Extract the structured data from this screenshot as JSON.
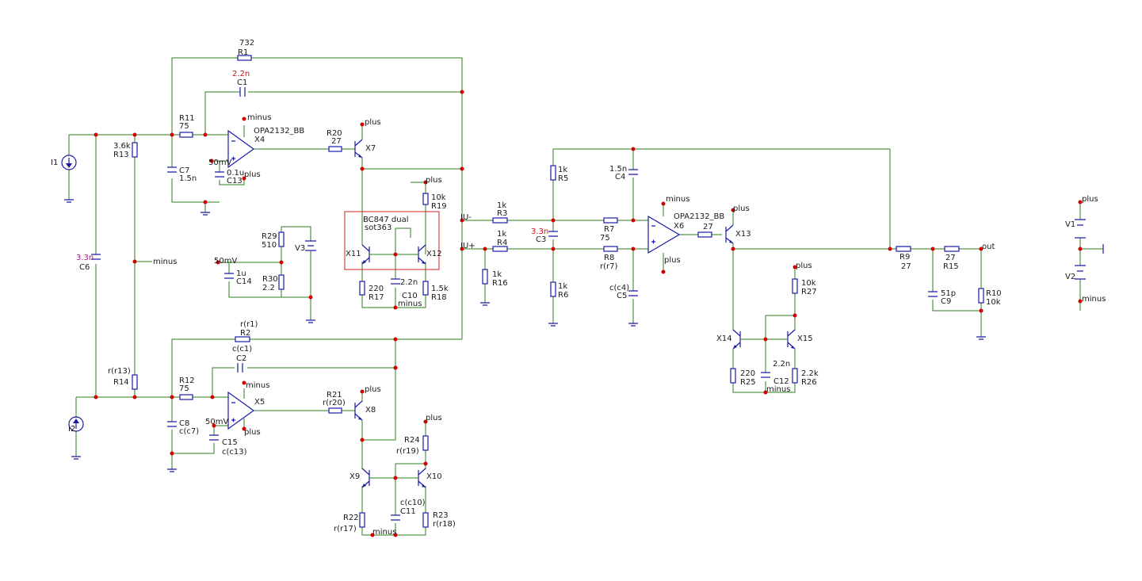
{
  "labels": {
    "r1_val": "732",
    "r1": "R1",
    "c1_val": "2.2n",
    "c1": "C1",
    "r11": "R11",
    "r11_val": "75",
    "x4_minus": "minus",
    "x4_model": "OPA2132_BB",
    "x4": "X4",
    "x4_plus": "plus",
    "r20": "R20",
    "r20_val": "27",
    "x7": "X7",
    "x7_plus": "plus",
    "r13_val": "3.6k",
    "r13": "R13",
    "c7": "C7",
    "c7_val": "1.5n",
    "mv50_a": "50mV",
    "c13_val": "0.1u",
    "c13": "C13",
    "i1": "I1",
    "c6_val": "3.3n",
    "c6": "C6",
    "minus_mid": "minus",
    "r29": "R29",
    "r29_val": "510",
    "v3": "V3",
    "mv50_b": "50mV",
    "c14_val": "1u",
    "c14": "C14",
    "r30": "R30",
    "r30_val": "2.2",
    "bc847": "BC847 dual",
    "sot363": "sot363",
    "x11": "X11",
    "x12": "X12",
    "r19_plus": "plus",
    "r19_val": "10k",
    "r19": "R19",
    "r17_val": "220",
    "r17": "R17",
    "c10_val": "2.2n",
    "c10": "C10",
    "c10_minus": "minus",
    "r18_val": "1.5k",
    "r18": "R18",
    "iu_minus": "IU-",
    "iu_plus": "IU+",
    "r3_val": "1k",
    "r3": "R3",
    "r4_val": "1k",
    "r4": "R4",
    "c3_val": "3.3n",
    "c3": "C3",
    "r16_val": "1k",
    "r16": "R16",
    "r5_val": "1k",
    "r5": "R5",
    "r6_val": "1k",
    "r6": "R6",
    "c4_val": "1.5n",
    "c4": "C4",
    "r7": "R7",
    "r7_val": "75",
    "r8": "R8",
    "r8_val": "r(r7)",
    "c5_val": "c(c4)",
    "c5": "C5",
    "x6_minus": "minus",
    "x6_model": "OPA2132_BB",
    "x6": "X6",
    "x6_plus": "plus",
    "r22_val": "27",
    "x13_plus": "plus",
    "x13": "X13",
    "r9": "R9",
    "r9_val": "27",
    "r15_val": "27",
    "r15": "R15",
    "out": "out",
    "c9_val": "51p",
    "c9": "C9",
    "r10": "R10",
    "r10_val": "10k",
    "r27_plus": "plus",
    "r27_val": "10k",
    "r27": "R27",
    "x14": "X14",
    "x15": "X15",
    "r25_val": "220",
    "r25": "R25",
    "c12_val": "2.2n",
    "c12": "C12",
    "c12_minus": "minus",
    "r26_val": "2.2k",
    "r26": "R26",
    "v1_plus": "plus",
    "v1": "V1",
    "v2": "V2",
    "v2_minus": "minus",
    "r2_val": "r(r1)",
    "r2": "R2",
    "c2_val": "c(c1)",
    "c2": "C2",
    "r14_val": "r(r13)",
    "r14": "R14",
    "r12": "R12",
    "r12_val": "75",
    "x5_minus": "minus",
    "x5": "X5",
    "x5_plus": "plus",
    "r21": "R21",
    "r21_val": "r(r20)",
    "x8_plus": "plus",
    "x8": "X8",
    "c8": "C8",
    "c8_val": "c(c7)",
    "mv50_c": "50mV",
    "c15": "C15",
    "c15_val": "c(c13)",
    "i2": "I2",
    "r24_plus": "plus",
    "r24": "R24",
    "r24_val": "r(r19)",
    "x9": "X9",
    "x10": "X10",
    "c11_val": "c(c10)",
    "c11": "C11",
    "r22b": "R22",
    "r22b_val": "r(r17)",
    "c11_minus": "minus",
    "r23": "R23",
    "r23_val": "r(r18)"
  }
}
